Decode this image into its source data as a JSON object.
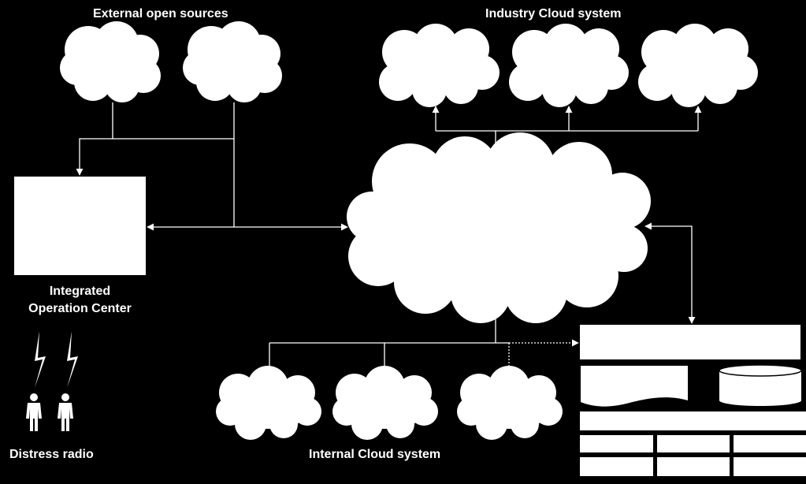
{
  "labels": {
    "external_sources": "External open sources",
    "industry_cloud": "Industry Cloud system",
    "integrated_center_line1": "Integrated",
    "integrated_center_line2": "Operation Center",
    "distress_radio": "Distress radio",
    "internal_cloud": "Internal Cloud system"
  },
  "colors": {
    "background": "#000000",
    "foreground": "#ffffff"
  }
}
